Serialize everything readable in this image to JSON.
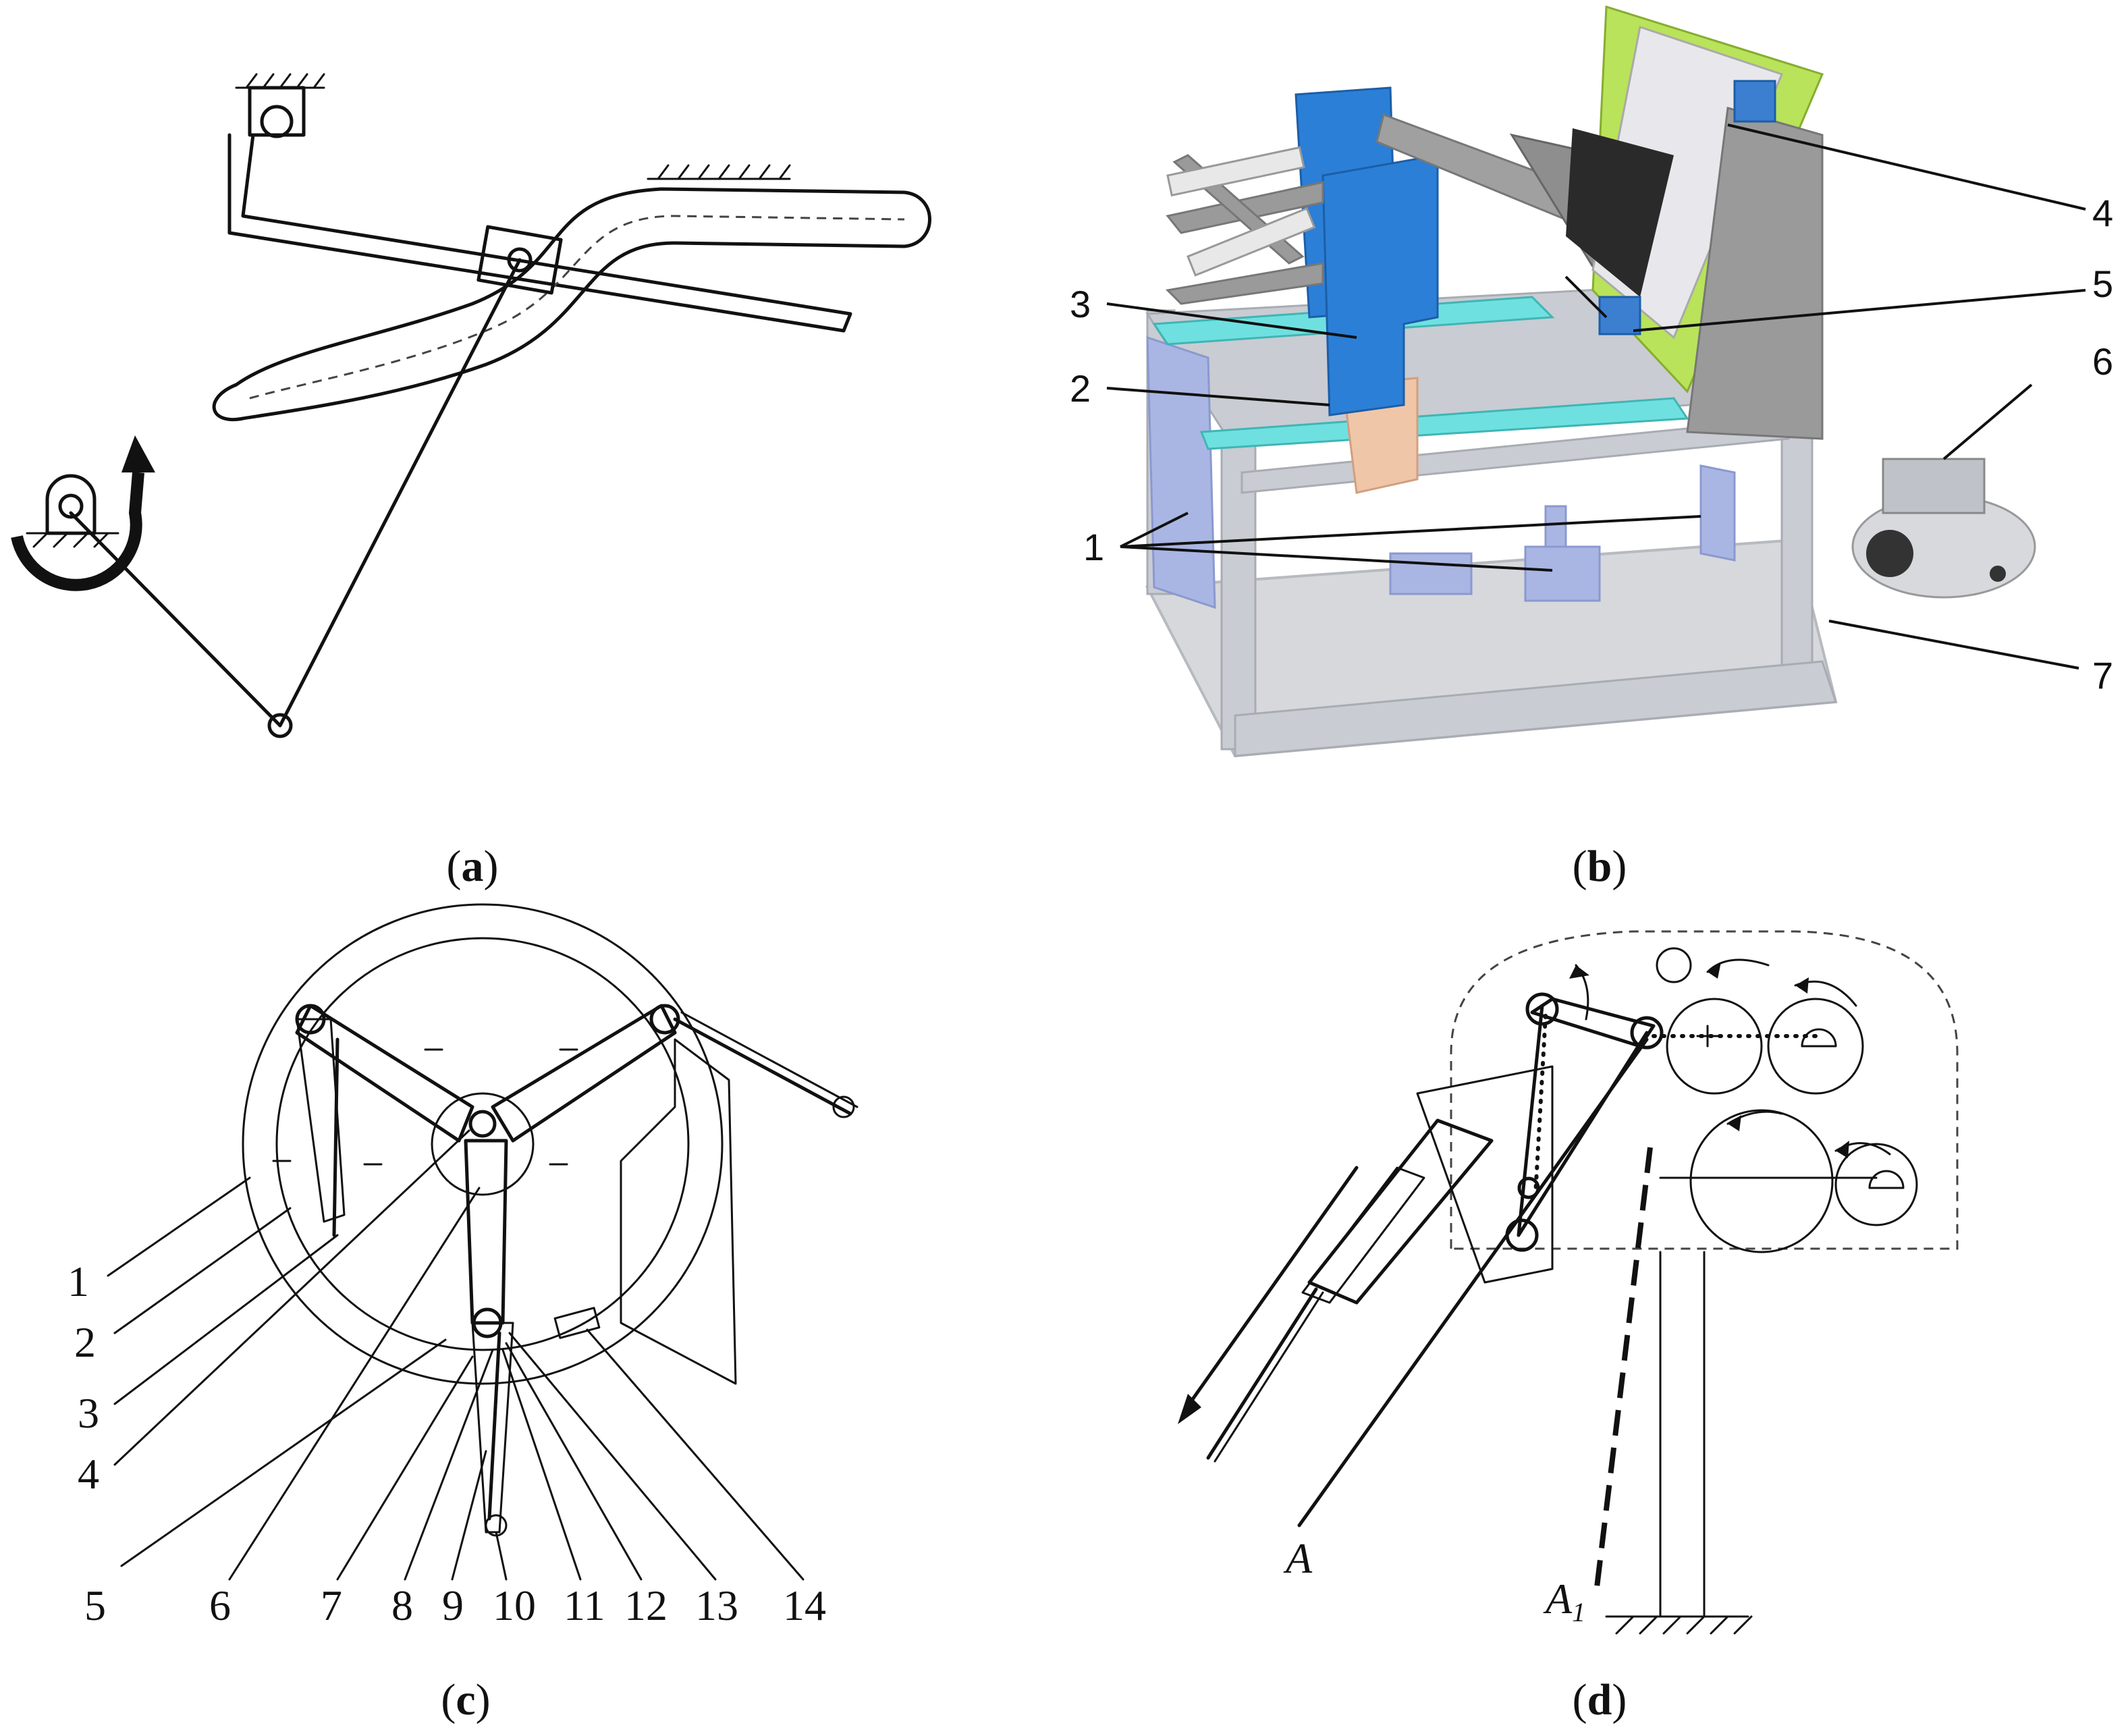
{
  "panels": {
    "a": {
      "caption_open": "(",
      "caption_letter": "a",
      "caption_close": ")"
    },
    "b": {
      "caption_open": "(",
      "caption_letter": "b",
      "caption_close": ")",
      "labels": [
        "1",
        "2",
        "3",
        "4",
        "5",
        "6",
        "7"
      ]
    },
    "c": {
      "caption_open": "(",
      "caption_letter": "c",
      "caption_close": ")",
      "labels": [
        "1",
        "2",
        "3",
        "4",
        "5",
        "6",
        "7",
        "8",
        "9",
        "10",
        "11",
        "12",
        "13",
        "14"
      ]
    },
    "d": {
      "caption_open": "(",
      "caption_letter": "d",
      "caption_close": ")",
      "label_a": "A",
      "label_a1_main": "A",
      "label_a1_sub": "1"
    }
  },
  "colors": {
    "steel_blue": "#2b7fd6",
    "frame_blue": "#a9b6e3",
    "cyan_rail": "#6fe0e0",
    "lime_plate": "#b9e35a",
    "grey_panel": "#9a9a9a",
    "frame_grey": "#c9ccd2",
    "peach_block": "#f0c6a8"
  }
}
